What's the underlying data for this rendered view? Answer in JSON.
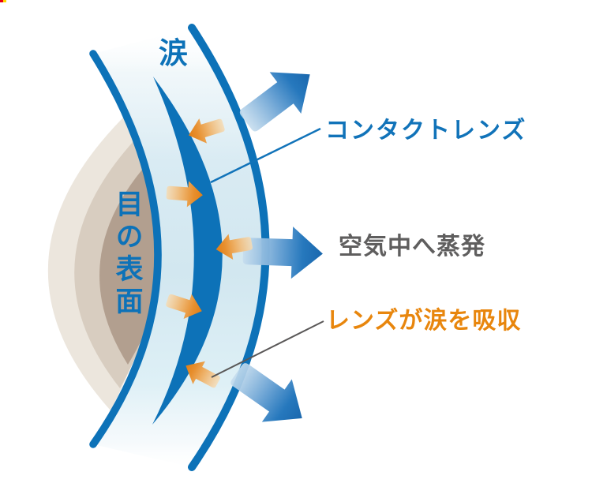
{
  "diagram": {
    "labels": {
      "tears": "涙",
      "eye_surface": "目の表面",
      "contact_lens": "コンタクトレンズ",
      "evaporation": "空気中へ蒸発",
      "lens_absorbs_tears": "レンズが涙を吸収"
    },
    "colors": {
      "primary_blue": "#0d72b8",
      "label_blue": "#1173b9",
      "tear_film_light_blue": "#d5e8f1",
      "lens_dark_blue": "#0d72b8",
      "evaporation_arrow_light": "#c3dcee",
      "evaporation_arrow_dark": "#1a67ad",
      "absorption_arrow_light": "#f5d9b0",
      "absorption_arrow_dark": "#e27f15",
      "eye_layer_outer": "#ece6dd",
      "eye_layer_middle": "#d8cdc0",
      "eye_layer_inner": "#b29f8f",
      "gray_text": "#5f5e5e",
      "orange_text": "#e8860d",
      "leader_line_blue": "#1173b9",
      "leader_line_gray": "#595757"
    },
    "icons": {
      "evaporation_arrows": [
        "arrow-up-right",
        "arrow-right",
        "arrow-down-right"
      ],
      "absorption_arrows": [
        "arrow-left",
        "arrow-right",
        "arrow-left",
        "arrow-right",
        "arrow-up-left"
      ]
    }
  }
}
